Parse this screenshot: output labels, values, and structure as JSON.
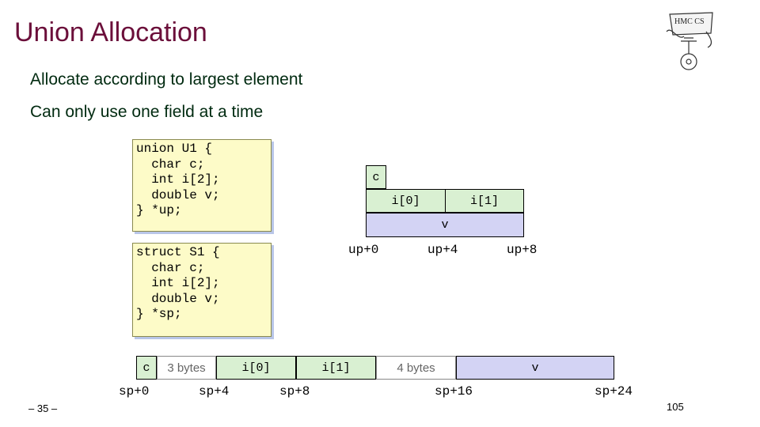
{
  "title": "Union Allocation",
  "bullets": [
    "Allocate according to largest element",
    "Can only use one field at a time"
  ],
  "union_code": [
    "union U1 {",
    "  char c;",
    "  int i[2];",
    "  double v;",
    "} *up;"
  ],
  "struct_code": [
    "struct S1 {",
    "  char c;",
    "  int i[2];",
    "  double v;",
    "} *sp;"
  ],
  "union_layout": {
    "c": "c",
    "i0": "i[0]",
    "i1": "i[1]",
    "v": "v",
    "offsets": [
      "up+0",
      "up+4",
      "up+8"
    ]
  },
  "struct_layout": {
    "c": "c",
    "pad1": "3 bytes",
    "i0": "i[0]",
    "i1": "i[1]",
    "pad2": "4 bytes",
    "v": "v",
    "offsets": [
      "sp+0",
      "sp+4",
      "sp+8",
      "sp+16",
      "sp+24"
    ]
  },
  "logo": {
    "text": "HMC CS",
    "icon": "bicycle-logo-icon"
  },
  "footer": {
    "left": "– 35 –",
    "right": "105"
  },
  "colors": {
    "title": "#6b0f3a",
    "code_bg": "#fdfbc8",
    "green": "#d9f0d2",
    "lavender": "#d3d3f4"
  }
}
